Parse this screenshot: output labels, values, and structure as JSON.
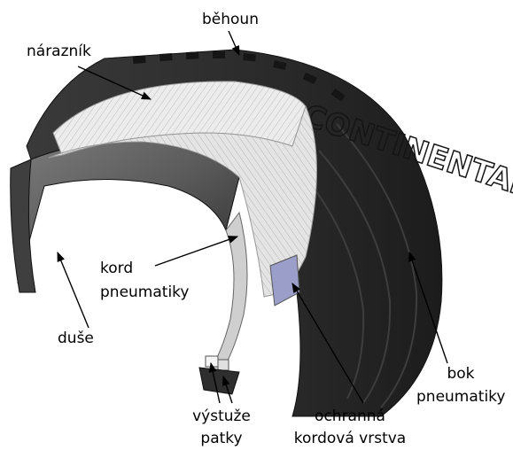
{
  "brand_text": "CONTINENTAL",
  "labels": {
    "tread": "běhoun",
    "breaker": "nárazník",
    "cord_line1": "kord",
    "cord_line2": "pneumatiky",
    "tube": "duše",
    "bead_line1": "výstuže",
    "bead_line2": "patky",
    "chafer_line1": "ochranná",
    "chafer_line2": "kordová vrstva",
    "sidewall_line1": "bok",
    "sidewall_line2": "pneumatiky"
  },
  "colors": {
    "rubber_dark": "#2b2b2b",
    "rubber_mid": "#4a4a4a",
    "cord_white": "#e6e6e6",
    "chafer_blue": "#9a9ec8"
  }
}
